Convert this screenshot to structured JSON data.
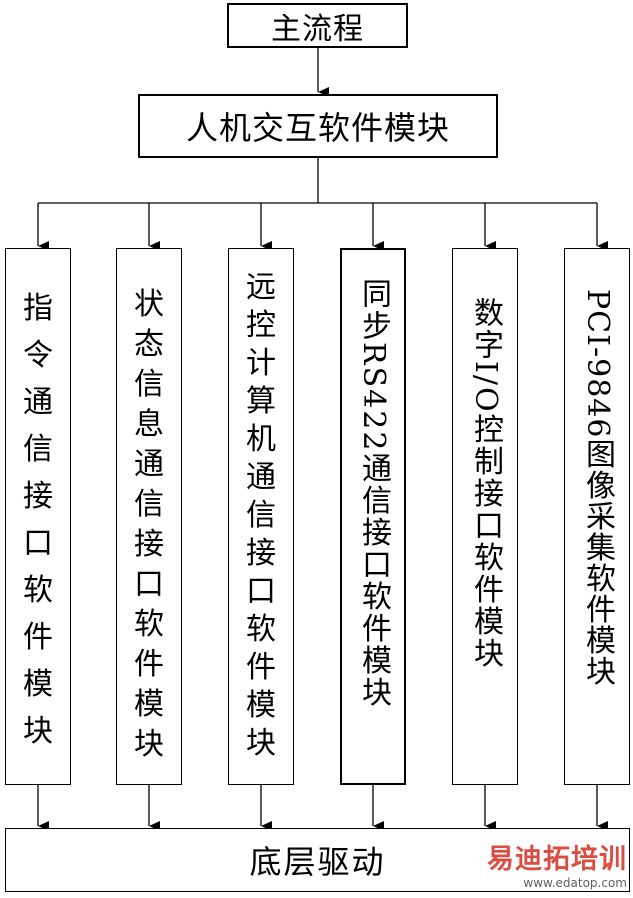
{
  "nodes": {
    "main": "主流程",
    "hci": "人机交互软件模块",
    "driver": "底层驱动",
    "modules": [
      "指令通信接口软件模块",
      "状态信息通信接口软件模块",
      "远控计算机通信接口软件模块",
      "同步RS422通信接口软件模块",
      "数字I/O控制接口软件模块",
      "PCI-9846图像采集软件模块"
    ]
  },
  "watermark": {
    "brand": "易迪拓培训",
    "url": "www.edatop.com"
  }
}
